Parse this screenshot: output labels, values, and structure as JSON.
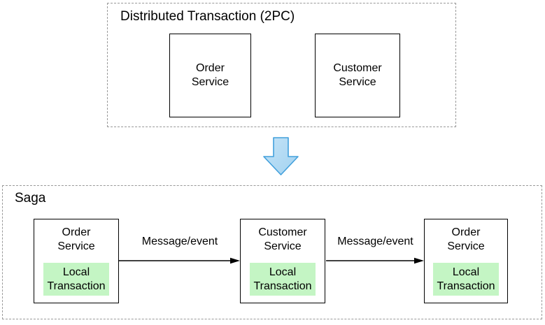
{
  "colors": {
    "dashed_border": "#999999",
    "node_border": "#000000",
    "local_transaction_fill": "#c4f5c4",
    "big_arrow_fill": "#aad7f2",
    "big_arrow_fill_light": "#c4e3f7",
    "big_arrow_stroke": "#42a0dc",
    "message_arrow": "#000000",
    "text": "#000000"
  },
  "icons": {
    "transition": "big-down-arrow-icon"
  },
  "top_group": {
    "title": "Distributed Transaction (2PC)",
    "nodes": [
      {
        "label": "Order\nService"
      },
      {
        "label": "Customer\nService"
      }
    ]
  },
  "saga_group": {
    "title": "Saga",
    "nodes": [
      {
        "service": "Order\nService",
        "local": "Local\nTransaction"
      },
      {
        "service": "Customer\nService",
        "local": "Local\nTransaction"
      },
      {
        "service": "Order\nService",
        "local": "Local\nTransaction"
      }
    ],
    "arrows": [
      {
        "label": "Message/event"
      },
      {
        "label": "Message/event"
      }
    ]
  }
}
